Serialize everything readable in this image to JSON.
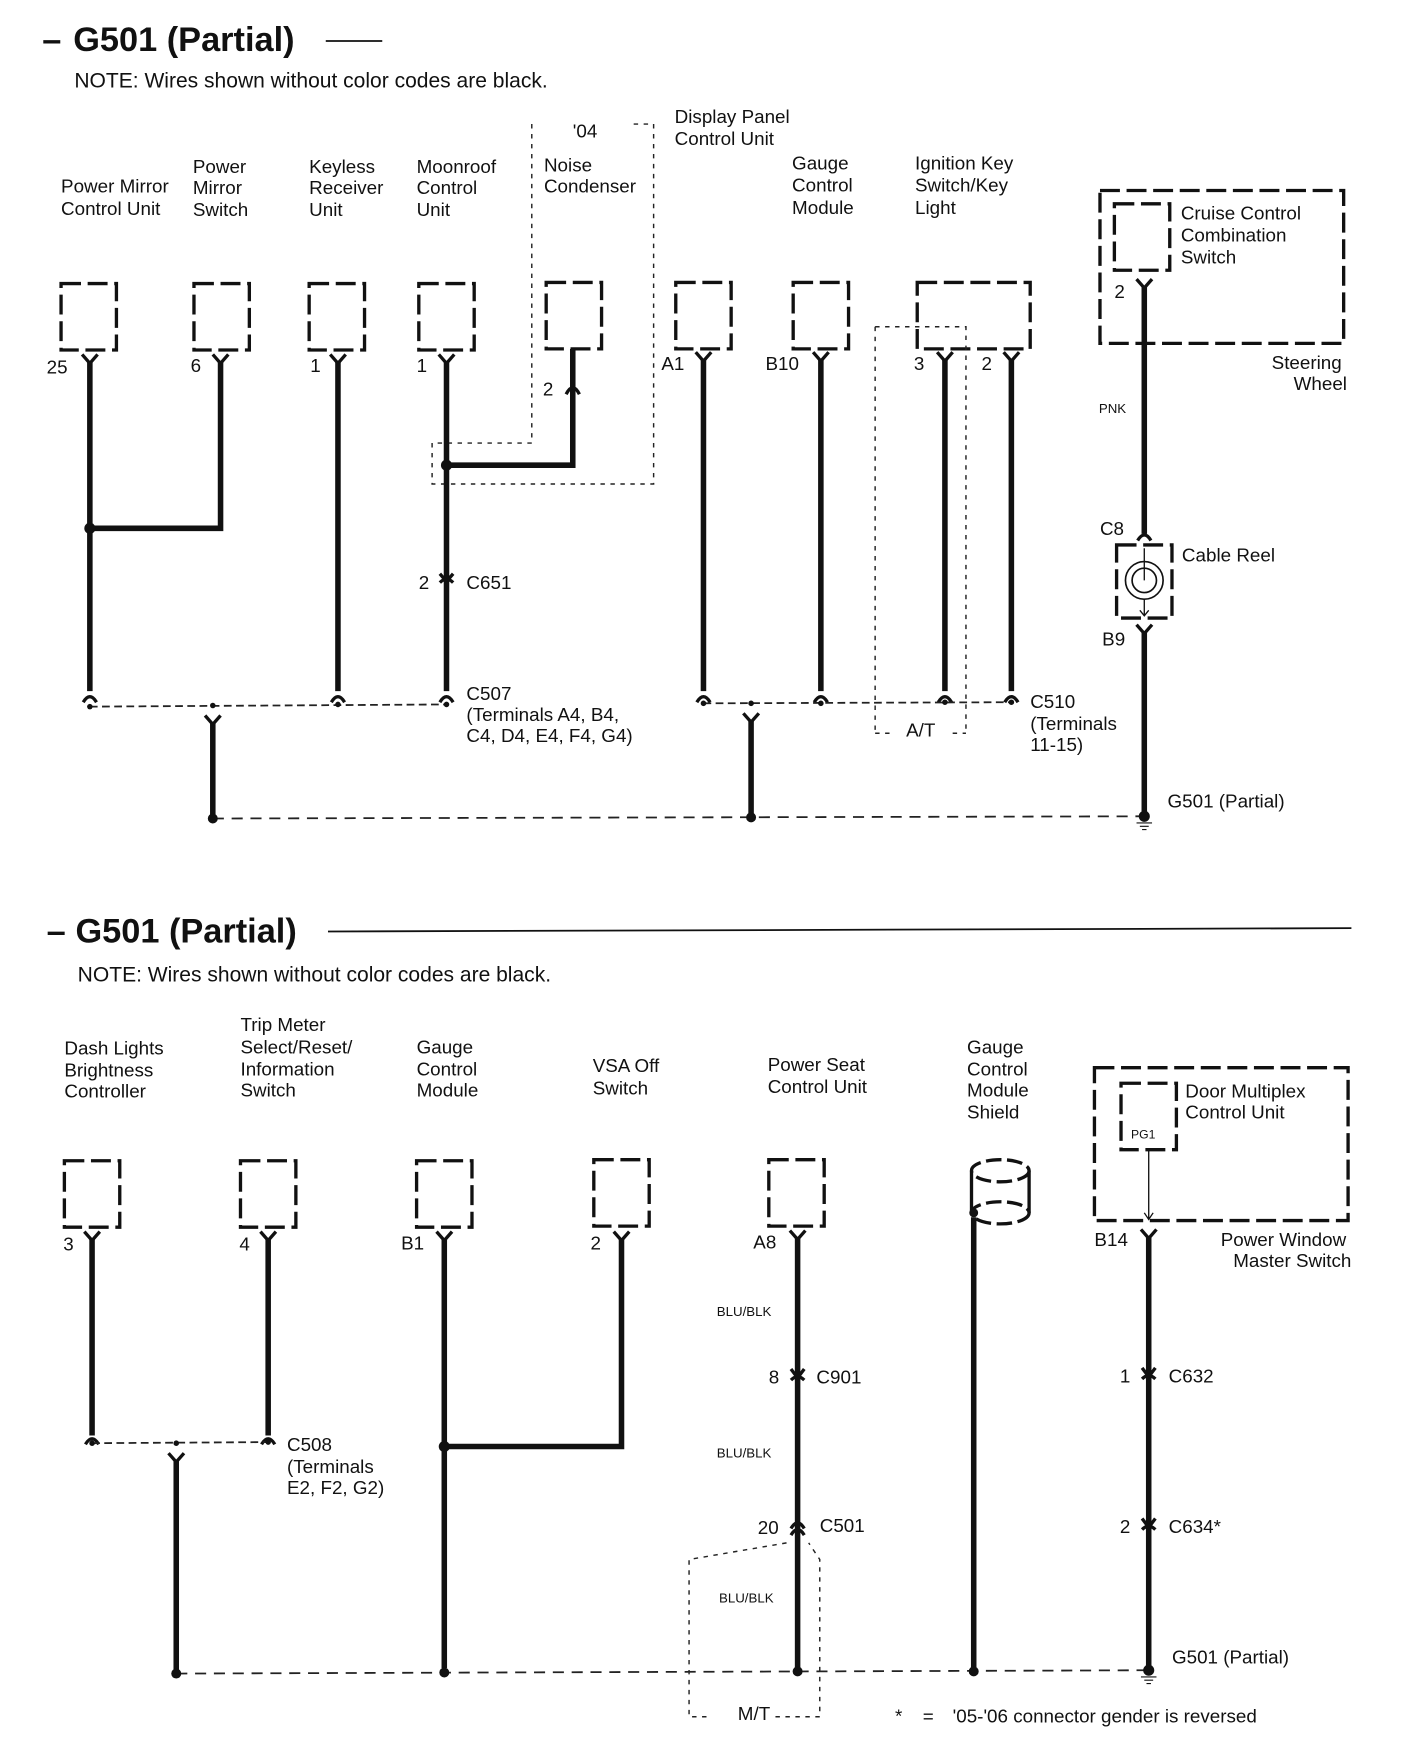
{
  "sections": [
    {
      "title": "G501 (Partial)",
      "note": "NOTE: Wires shown without color codes are black.",
      "option_label_top": "'04",
      "components": [
        {
          "id": "pmcu",
          "label": [
            "Power Mirror",
            "Control Unit"
          ],
          "terminal": "25"
        },
        {
          "id": "pms",
          "label": [
            "Power",
            "Mirror",
            "Switch"
          ],
          "terminal": "6"
        },
        {
          "id": "kru",
          "label": [
            "Keyless",
            "Receiver",
            "Unit"
          ],
          "terminal": "1"
        },
        {
          "id": "mcu",
          "label": [
            "Moonroof",
            "Control",
            "Unit"
          ],
          "terminal": "1"
        },
        {
          "id": "nc",
          "label": [
            "Noise",
            "Condenser"
          ],
          "terminal": "2"
        },
        {
          "id": "dpcu",
          "label": [
            "Display Panel",
            "Control Unit"
          ],
          "terminal": "A1"
        },
        {
          "id": "gcm",
          "label": [
            "Gauge",
            "Control",
            "Module"
          ],
          "terminal": "B10"
        },
        {
          "id": "iks",
          "label": [
            "Ignition Key",
            "Switch/Key",
            "Light"
          ],
          "terminals": [
            "3",
            "2"
          ]
        },
        {
          "id": "cccs",
          "label": [
            "Cruise Control",
            "Combination",
            "Switch"
          ],
          "terminal": "2"
        }
      ],
      "steering_wheel_label": [
        "Steering",
        "Wheel"
      ],
      "wire_color_pnk": "PNK",
      "cable_reel": {
        "label": "Cable Reel",
        "top_connector": "C8",
        "bottom_connector": "B9"
      },
      "c651": {
        "pin": "2",
        "name": "C651"
      },
      "c507": {
        "name": "C507",
        "terminals": [
          "(Terminals A4, B4,",
          "C4, D4, E4, F4, G4)"
        ]
      },
      "c510": {
        "name": "C510",
        "terminals": [
          "(Terminals",
          "11-15)"
        ]
      },
      "at_label": "A/T",
      "ground_label": "G501 (Partial)"
    },
    {
      "title": "G501 (Partial)",
      "note": "NOTE: Wires shown without color codes are black.",
      "components": [
        {
          "id": "dlbc",
          "label": [
            "Dash Lights",
            "Brightness",
            "Controller"
          ],
          "terminal": "3"
        },
        {
          "id": "tms",
          "label": [
            "Trip Meter",
            "Select/Reset/",
            "Information",
            "Switch"
          ],
          "terminal": "4"
        },
        {
          "id": "gcm2",
          "label": [
            "Gauge",
            "Control",
            "Module"
          ],
          "terminal": "B1"
        },
        {
          "id": "vsa",
          "label": [
            "VSA Off",
            "Switch"
          ],
          "terminal": "2"
        },
        {
          "id": "pscu",
          "label": [
            "Power Seat",
            "Control Unit"
          ],
          "terminal": "A8"
        },
        {
          "id": "gcms",
          "label": [
            "Gauge",
            "Control",
            "Module",
            "Shield"
          ]
        },
        {
          "id": "dmcu",
          "label": [
            "Door Multiplex",
            "Control Unit"
          ],
          "inner_terminal": "PG1",
          "terminal": "B14"
        }
      ],
      "pwms_label": [
        "Power Window",
        "Master Switch"
      ],
      "wire_color_blu": "BLU/BLK",
      "c901": {
        "pin": "8",
        "name": "C901"
      },
      "c501": {
        "pin": "20",
        "name": "C501"
      },
      "c632": {
        "pin": "1",
        "name": "C632"
      },
      "c634": {
        "pin": "2",
        "name": "C634*"
      },
      "c508": {
        "name": "C508",
        "terminals": [
          "(Terminals",
          "E2, F2, G2)"
        ]
      },
      "mt_label": "M/T",
      "ground_label": "G501 (Partial)",
      "footnote_star": "*",
      "footnote_eq": "=",
      "footnote": "'05-'06 connector gender is reversed"
    }
  ]
}
